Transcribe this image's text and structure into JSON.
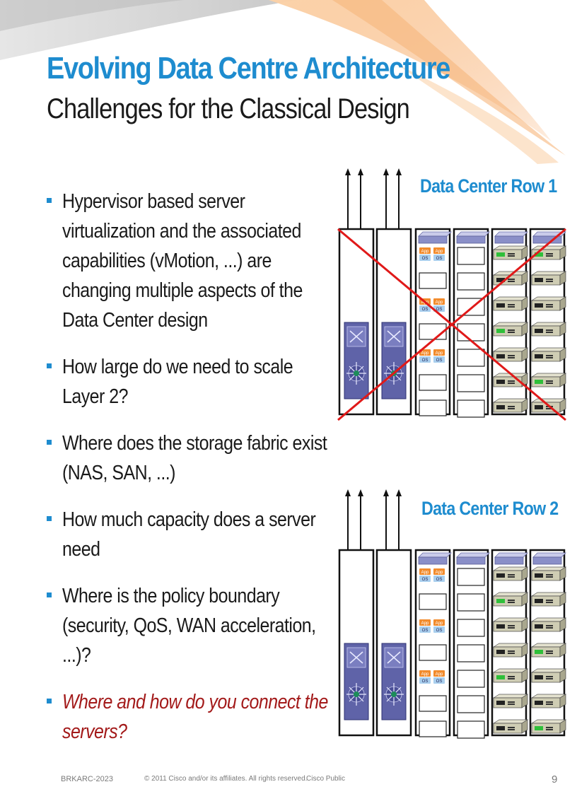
{
  "slide": {
    "title": "Evolving Data Centre Architecture",
    "subtitle": "Challenges for the Classical Design"
  },
  "bullets": [
    {
      "text": "Hypervisor based server virtualization and the associated capabilities (vMotion, ...) are changing multiple aspects of the Data Center design",
      "emphasis": false
    },
    {
      "text": "How large do we need to scale Layer 2?",
      "emphasis": false
    },
    {
      "text": "Where does the storage fabric exist (NAS, SAN, ...)",
      "emphasis": false
    },
    {
      "text": "How much capacity does a server need",
      "emphasis": false
    },
    {
      "text": "Where is the policy boundary (security, QoS, WAN acceleration, ...)?",
      "emphasis": false
    },
    {
      "text": "Where and how do you connect the servers?",
      "emphasis": true
    }
  ],
  "diagram": {
    "rows": [
      {
        "label": "Data Center Row 1",
        "crossed_out": true
      },
      {
        "label": "Data Center Row 2",
        "crossed_out": false
      }
    ],
    "vm_labels": {
      "app": "App",
      "os": "OS"
    }
  },
  "footer": {
    "session_id": "BRKARC-2023",
    "copyright": "© 2011 Cisco and/or its affiliates. All rights reserved.",
    "classification": "Cisco Public",
    "page_number": "9"
  },
  "colors": {
    "title_blue": "#1e8ccf",
    "emphasis_red": "#a31a1a",
    "cross_red": "#e01919",
    "swoosh_orange": "#f5a25a",
    "swoosh_gray": "#c8c8c8"
  }
}
